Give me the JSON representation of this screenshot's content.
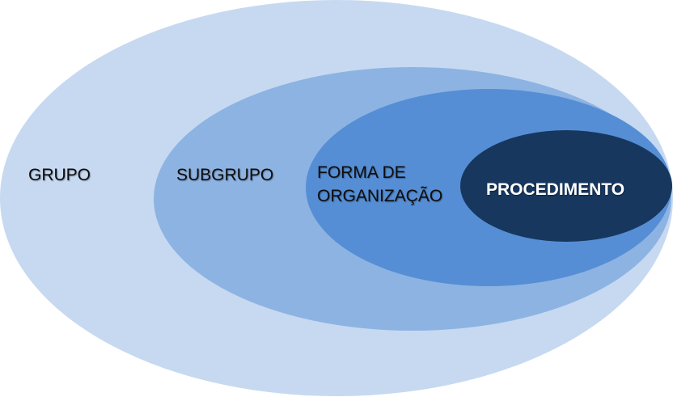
{
  "diagram": {
    "levels": [
      {
        "id": "grupo",
        "label": "GRUPO",
        "color": "#c6d9f1"
      },
      {
        "id": "subgrupo",
        "label": "SUBGRUPO",
        "color": "#8db3e2"
      },
      {
        "id": "forma",
        "label_lines": [
          "FORMA DE",
          "ORGANIZAÇÃO"
        ],
        "color": "#558ed5"
      },
      {
        "id": "procedimento",
        "label": "PROCEDIMENTO",
        "color": "#17375e"
      }
    ]
  }
}
